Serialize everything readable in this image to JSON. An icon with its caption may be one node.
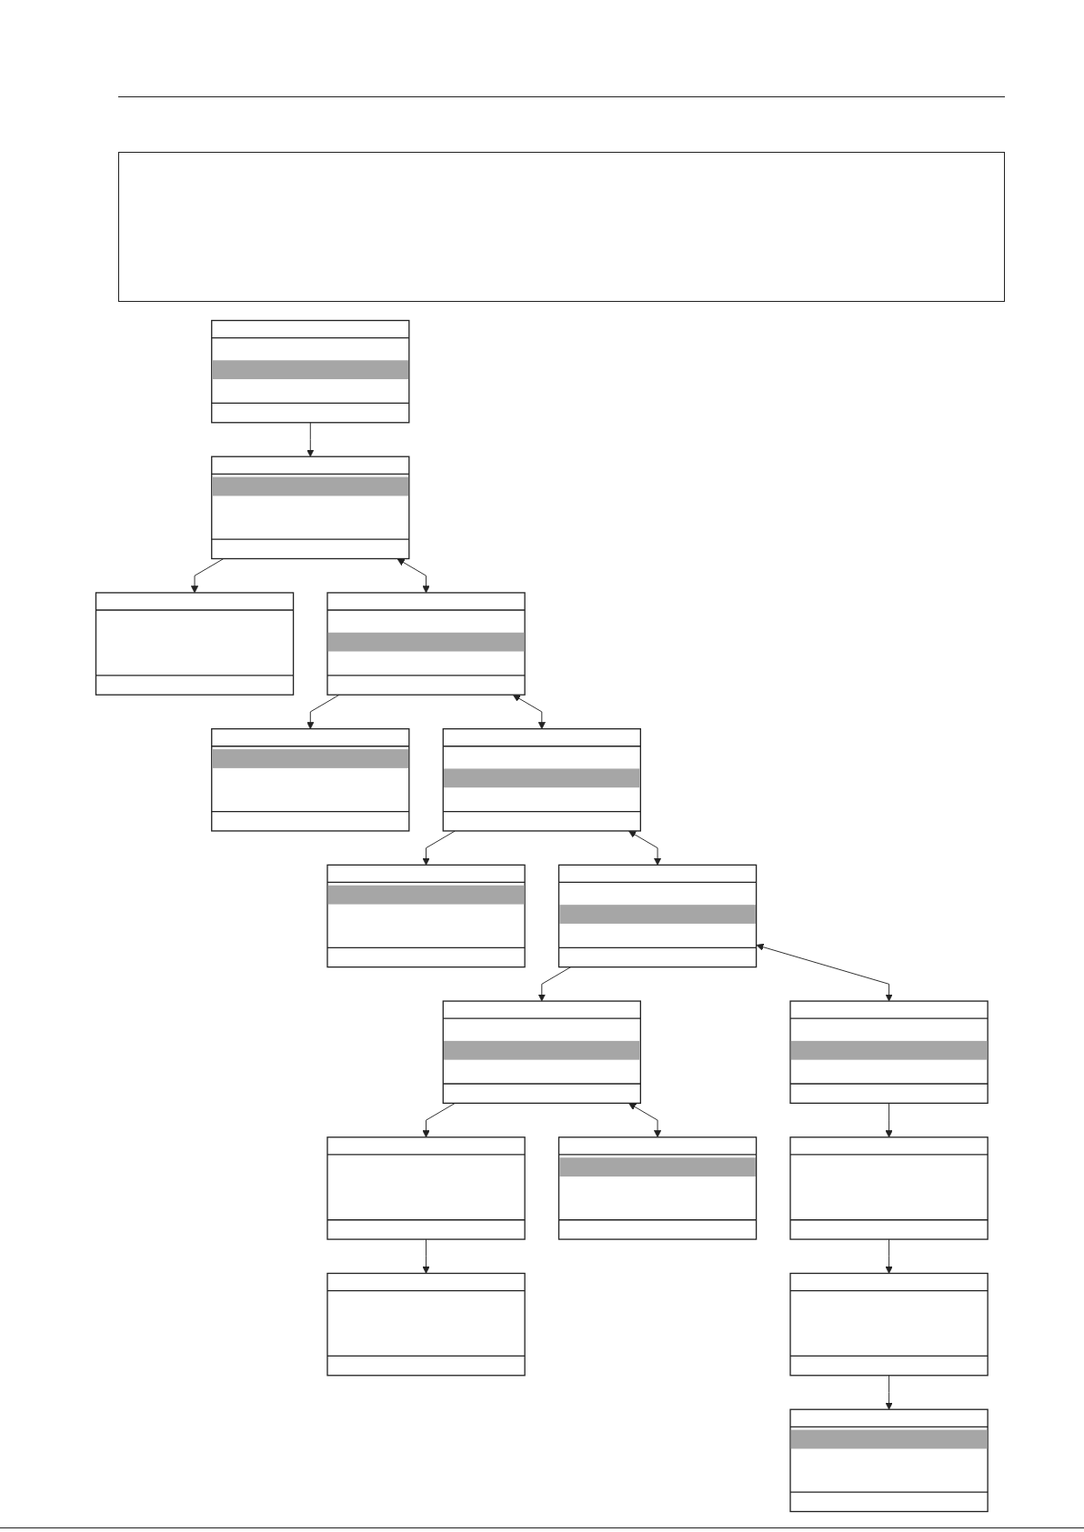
{
  "diagram": {
    "nodes": [
      {
        "text": [],
        "shape": "box"
      },
      {
        "text": [],
        "shape": "box"
      },
      {
        "text": [],
        "shape": "box"
      },
      {
        "text": [],
        "shape": "box"
      },
      {
        "text": [],
        "shape": "box"
      },
      {
        "text": [],
        "shape": "box"
      },
      {
        "text": [],
        "shape": "box"
      },
      {
        "text": [],
        "shape": "box"
      },
      {
        "text": [],
        "shape": "box"
      },
      {
        "text": [],
        "shape": "box"
      },
      {
        "text": [],
        "shape": "box"
      },
      {
        "text": [],
        "shape": "box"
      },
      {
        "text": [],
        "shape": "box"
      },
      {
        "text": [],
        "shape": "box"
      },
      {
        "text": [],
        "shape": "box"
      },
      {
        "text": [],
        "shape": "box"
      }
    ],
    "edges": [
      {
        "from": 0,
        "to": 1,
        "arrow": "to"
      },
      {
        "from": 1,
        "to": 3,
        "arrow": "both"
      },
      {
        "from": 1,
        "to": 2,
        "arrow": "to"
      },
      {
        "from": 3,
        "to": 5,
        "arrow": "both"
      },
      {
        "from": 3,
        "to": 4,
        "arrow": "to"
      },
      {
        "from": 5,
        "to": 7,
        "arrow": "both"
      },
      {
        "from": 5,
        "to": 6,
        "arrow": "to"
      },
      {
        "from": 7,
        "to": 12,
        "arrow": "both"
      },
      {
        "from": 7,
        "to": 8,
        "arrow": "to"
      },
      {
        "from": 8,
        "to": 10,
        "arrow": "both"
      },
      {
        "from": 8,
        "to": 9,
        "arrow": "to"
      },
      {
        "from": 9,
        "to": 11,
        "arrow": "to"
      },
      {
        "from": 12,
        "to": 13,
        "arrow": "to"
      },
      {
        "from": 13,
        "to": 14,
        "arrow": "to"
      },
      {
        "from": 14,
        "to": 15,
        "arrow": "to"
      }
    ]
  }
}
